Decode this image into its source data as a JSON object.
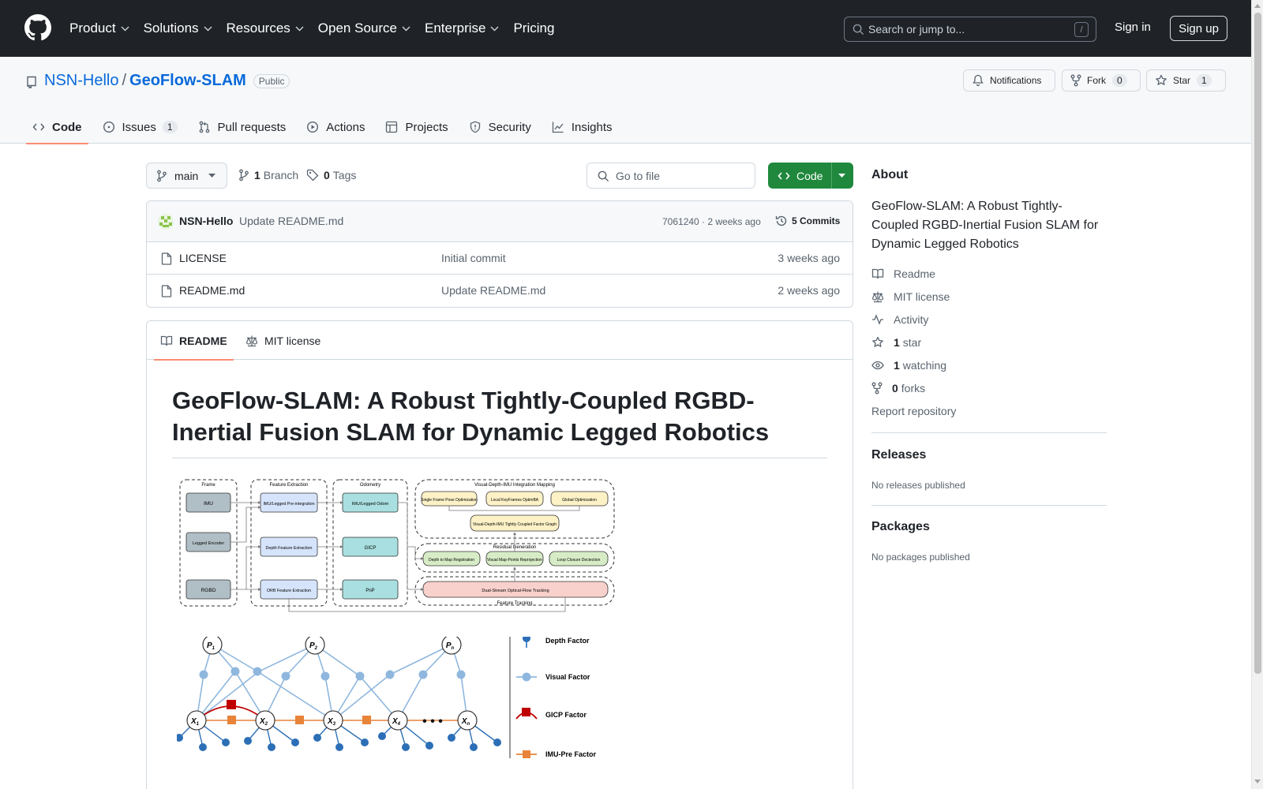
{
  "header": {
    "nav": [
      "Product",
      "Solutions",
      "Resources",
      "Open Source",
      "Enterprise",
      "Pricing"
    ],
    "search_placeholder": "Search or jump to...",
    "search_shortcut": "/",
    "signin": "Sign in",
    "signup": "Sign up"
  },
  "repo": {
    "owner": "NSN-Hello",
    "separator": "/",
    "name": "GeoFlow-SLAM",
    "visibility": "Public",
    "notifications_label": "Notifications",
    "fork_label": "Fork",
    "fork_count": "0",
    "star_label": "Star",
    "star_count": "1",
    "tabs": [
      {
        "label": "Code",
        "count": ""
      },
      {
        "label": "Issues",
        "count": "1"
      },
      {
        "label": "Pull requests",
        "count": ""
      },
      {
        "label": "Actions",
        "count": ""
      },
      {
        "label": "Projects",
        "count": ""
      },
      {
        "label": "Security",
        "count": ""
      },
      {
        "label": "Insights",
        "count": ""
      }
    ]
  },
  "toolbar": {
    "branch": "main",
    "branch_count": "1",
    "branch_label": "Branch",
    "tag_count": "0",
    "tag_label": "Tags",
    "goto_placeholder": "Go to file",
    "code_button": "Code"
  },
  "latest_commit": {
    "author": "NSN-Hello",
    "message": "Update README.md",
    "hash_time": "7061240 · 2 weeks ago",
    "commits_label": "5 Commits"
  },
  "files": [
    {
      "name": "LICENSE",
      "commit": "Initial commit",
      "date": "3 weeks ago"
    },
    {
      "name": "README.md",
      "commit": "Update README.md",
      "date": "2 weeks ago"
    }
  ],
  "readme": {
    "tab_readme": "README",
    "tab_license": "MIT license",
    "title": "GeoFlow-SLAM: A Robust Tightly-Coupled RGBD-Inertial Fusion SLAM for Dynamic Legged Robotics",
    "figure1": {
      "sections": [
        "Frame",
        "Feature Extraction",
        "Odometry",
        "Visual-Depth-IMU Integration Mapping",
        "Residual Generation",
        "Feature Tracking"
      ],
      "frame_inputs": [
        "IMU",
        "Legged Encoder",
        "RGBD"
      ],
      "features": [
        "IMU/Legged Pre-integration",
        "Depth Feature Extraction",
        "ORB Feature Extraction"
      ],
      "odometry": [
        "IMU/Legged Odom",
        "GICP",
        "PnP"
      ],
      "mapping": [
        "Single Frame Pose Optimization",
        "Local KeyFrames OptimBA",
        "Global Optimization",
        "Visual-Depth-IMU Tightly Coupled Factor Graph"
      ],
      "residual": [
        "Depth to Map Registration",
        "Visual Map-Points Reprojection",
        "Loop Closure Dectection"
      ],
      "tracking": "Dual-Stream Optical-Flow Tracking"
    },
    "figure2": {
      "landmarks": [
        "P",
        "P",
        "P"
      ],
      "landmark_subs": [
        "1",
        "2",
        "n"
      ],
      "poses": [
        "X",
        "X",
        "X",
        "X",
        "X"
      ],
      "pose_subs": [
        "1",
        "2",
        "3",
        "4",
        "n"
      ],
      "ellipsis": "• • •",
      "legend": [
        "Depth Factor",
        "Visual Factor",
        "GICP Factor",
        "IMU-Pre Factor"
      ]
    }
  },
  "sidebar": {
    "about_title": "About",
    "description": "GeoFlow-SLAM: A Robust Tightly-Coupled RGBD-Inertial Fusion SLAM for Dynamic Legged Robotics",
    "readme": "Readme",
    "license": "MIT license",
    "activity": "Activity",
    "stars_count": "1",
    "stars_label": "star",
    "watching_count": "1",
    "watching_label": "watching",
    "forks_count": "0",
    "forks_label": "forks",
    "report": "Report repository",
    "releases_title": "Releases",
    "releases_empty": "No releases published",
    "packages_title": "Packages",
    "packages_empty": "No packages published"
  },
  "colors": {
    "header_bg": "#1f2328",
    "link": "#0969da",
    "accent_tab": "#fd8c73",
    "code_button": "#1f883d"
  }
}
